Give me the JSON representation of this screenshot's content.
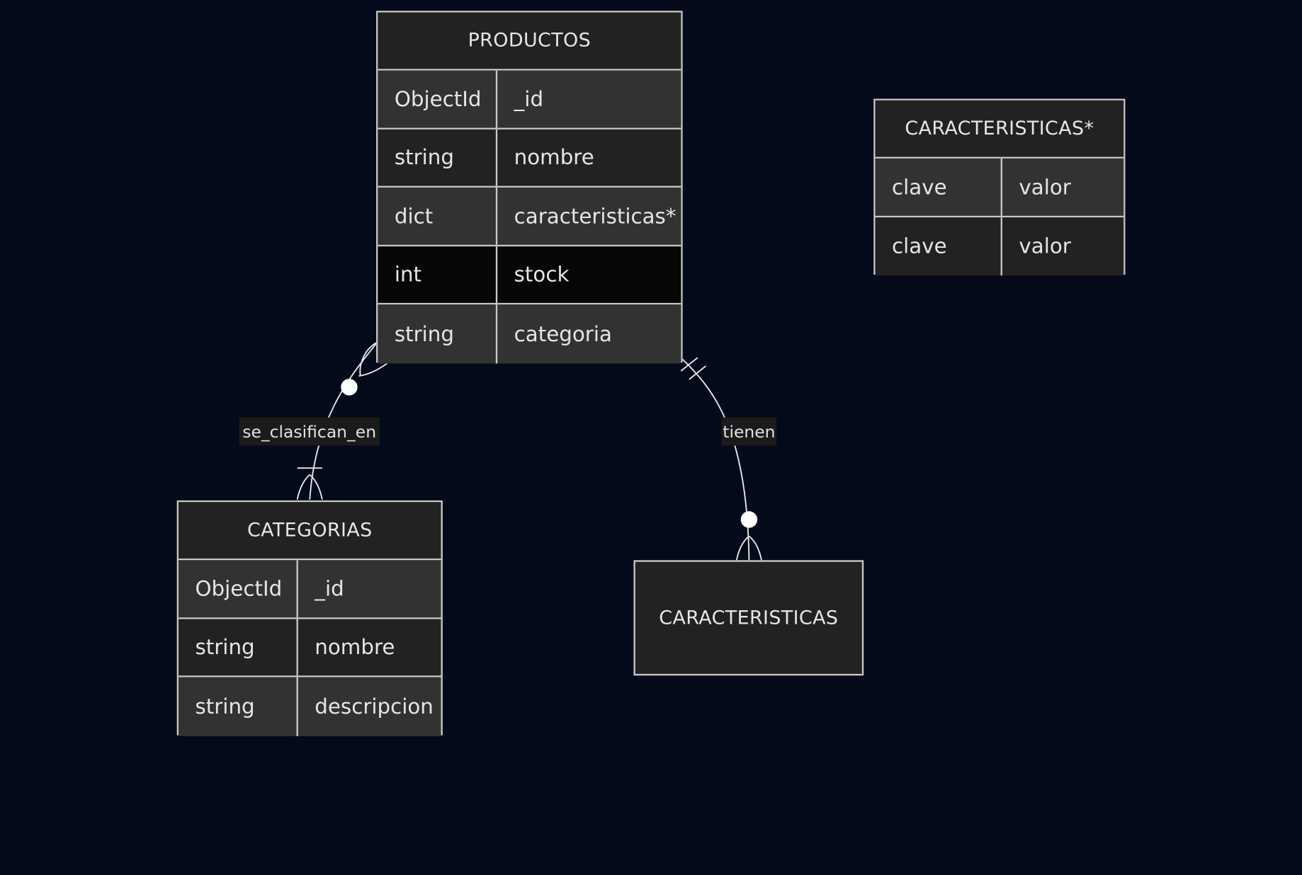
{
  "diagram": {
    "entities": {
      "productos": {
        "name": "PRODUCTOS",
        "attributes": [
          {
            "type": "ObjectId",
            "name": "_id"
          },
          {
            "type": "string",
            "name": "nombre"
          },
          {
            "type": "dict",
            "name": "caracteristicas*"
          },
          {
            "type": "int",
            "name": "stock"
          },
          {
            "type": "string",
            "name": "categoria"
          }
        ]
      },
      "caracteristicas_star": {
        "name": "CARACTERISTICAS*",
        "attributes": [
          {
            "type": "clave",
            "name": "valor"
          },
          {
            "type": "clave",
            "name": "valor"
          }
        ]
      },
      "categorias": {
        "name": "CATEGORIAS",
        "attributes": [
          {
            "type": "ObjectId",
            "name": "_id"
          },
          {
            "type": "string",
            "name": "nombre"
          },
          {
            "type": "string",
            "name": "descripcion"
          }
        ]
      },
      "caracteristicas": {
        "name": "CARACTERISTICAS"
      }
    },
    "relationships": [
      {
        "from": "PRODUCTOS",
        "to": "CATEGORIAS",
        "label": "se_clasifican_en",
        "from_cardinality": "zero-or-many",
        "to_cardinality": "one-or-many"
      },
      {
        "from": "PRODUCTOS",
        "to": "CARACTERISTICAS",
        "label": "tienen",
        "from_cardinality": "exactly-one",
        "to_cardinality": "zero-or-many"
      }
    ],
    "colors": {
      "background": "#040a1a",
      "border": "#c8c8c8",
      "row_odd": "#323232",
      "row_even": "#222222",
      "row_selected": "#060606",
      "text": "#e6e6e6"
    }
  }
}
